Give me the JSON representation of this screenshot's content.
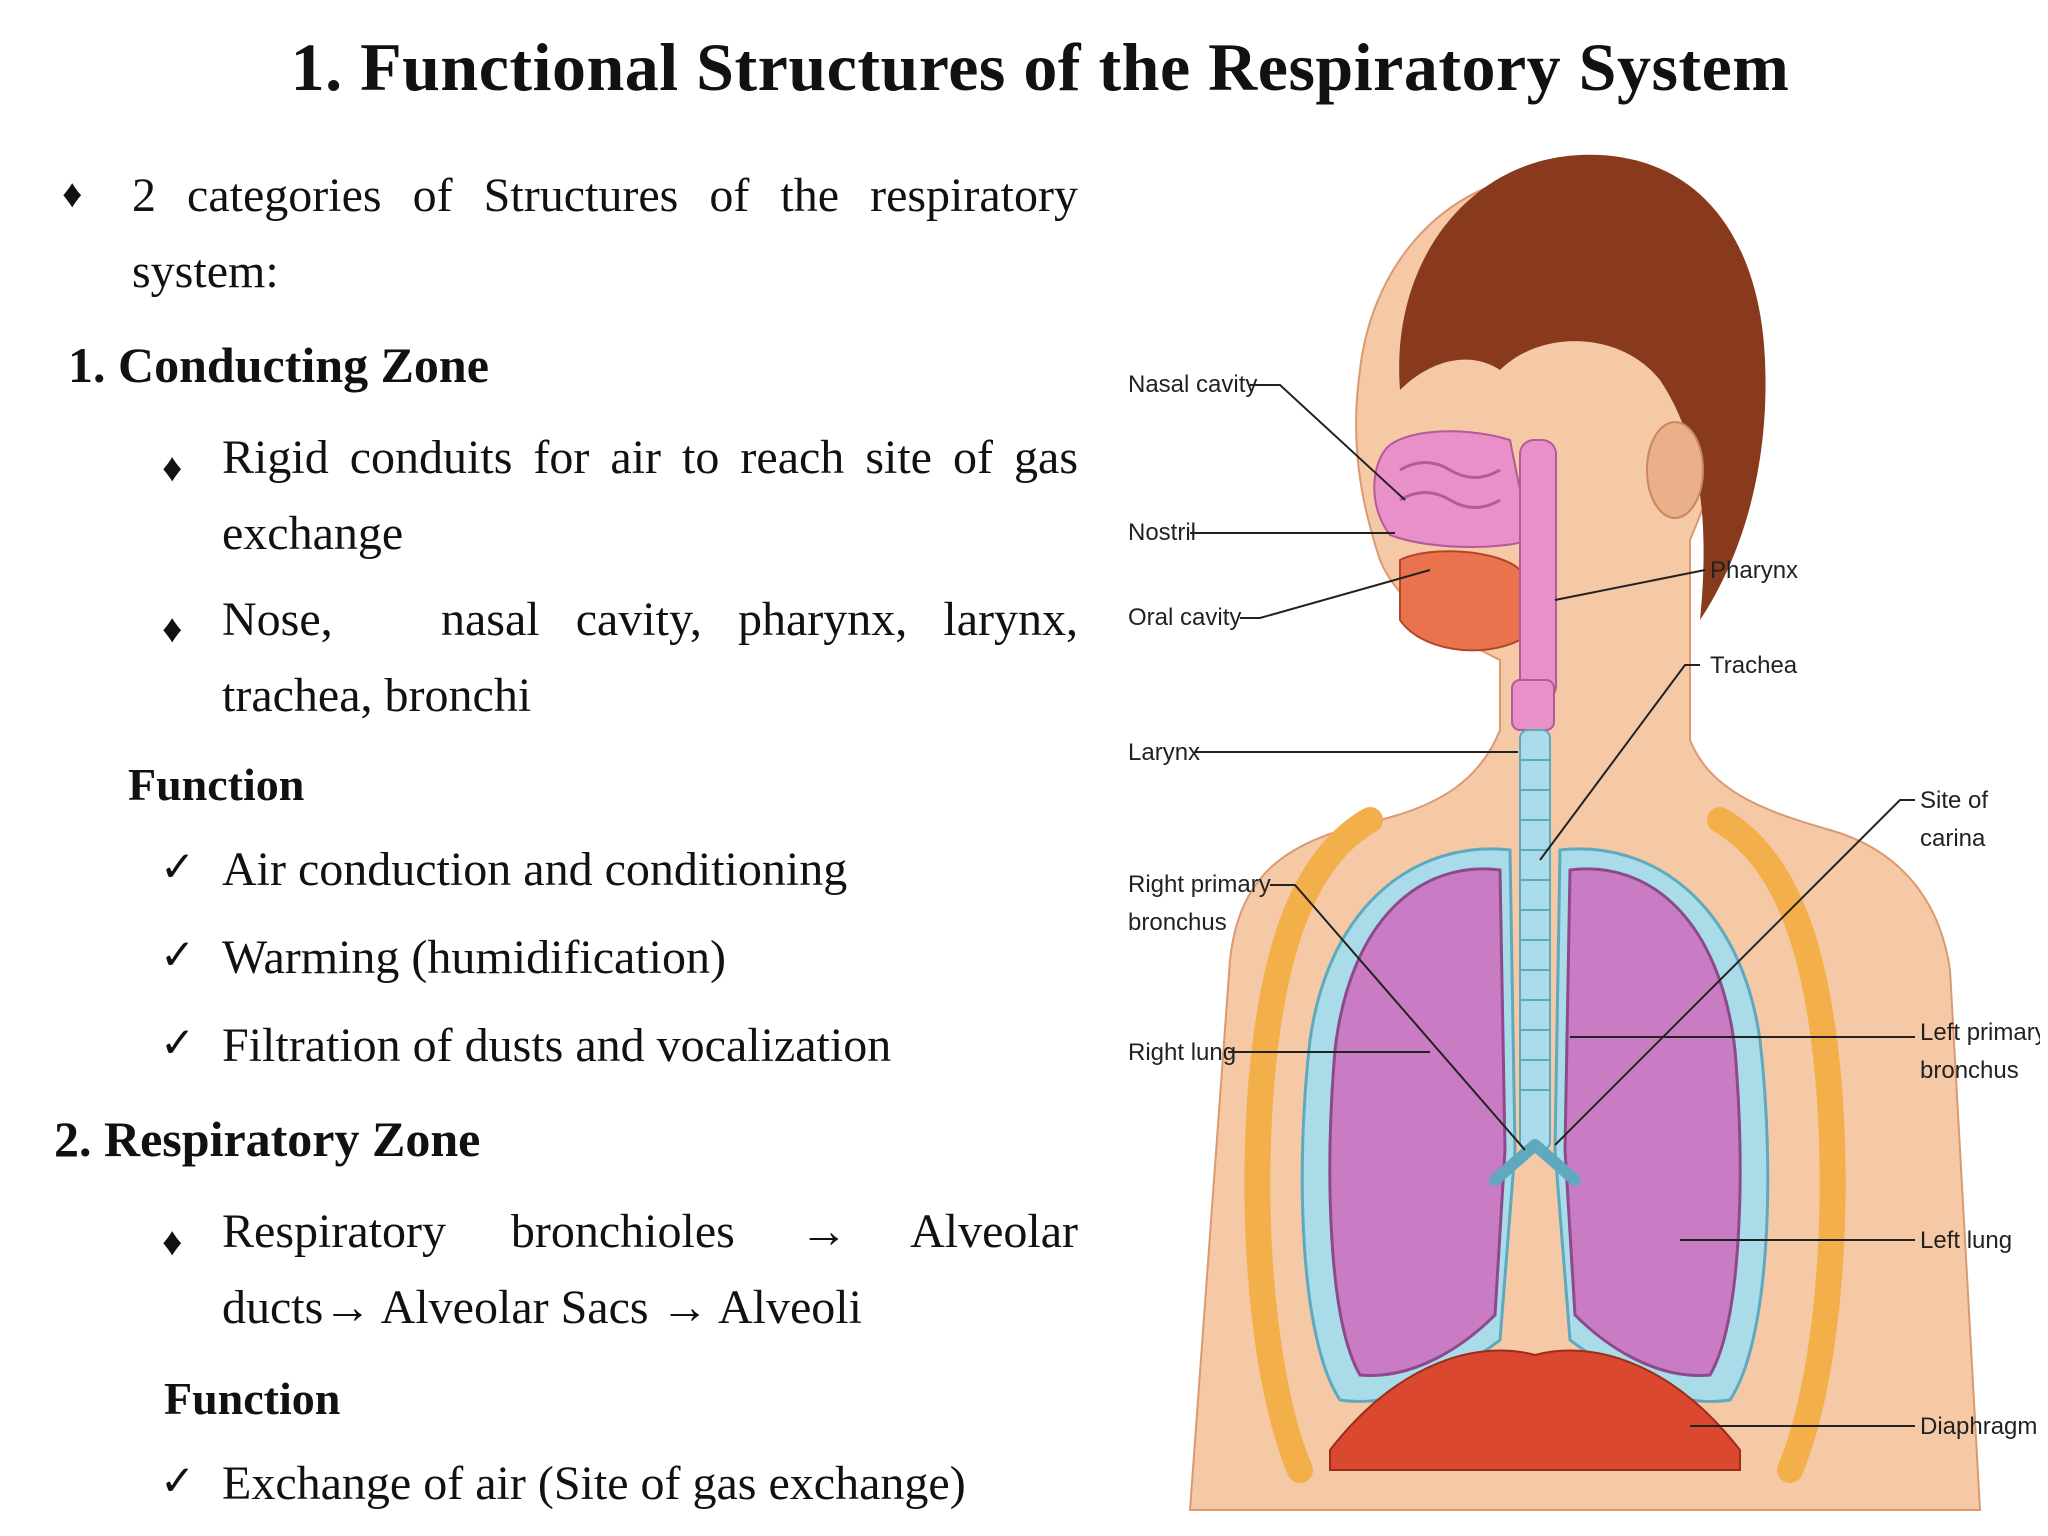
{
  "title": "1. Functional Structures of the Respiratory System",
  "intro": "2 categories of Structures of the respiratory system:",
  "conducting": {
    "heading": "1. Conducting Zone",
    "bullets": [
      "Rigid conduits for air to reach site of gas exchange",
      "Nose,   nasal cavity, pharynx, larynx, trachea, bronchi"
    ],
    "function_heading": "Function",
    "functions": [
      "Air conduction and conditioning",
      "Warming (humidification)",
      "Filtration of dusts and vocalization"
    ]
  },
  "respiratory": {
    "heading": "2. Respiratory Zone",
    "bullets": [
      "Respiratory bronchioles → Alveolar ducts→ Alveolar Sacs → Alveoli"
    ],
    "function_heading": "Function",
    "functions": [
      "Exchange of air (Site of gas exchange)"
    ]
  },
  "diagram": {
    "labels": {
      "nasal_cavity": "Nasal cavity",
      "nostril": "Nostril",
      "oral_cavity": "Oral cavity",
      "larynx": "Larynx",
      "right_primary_bronchus_1": "Right primary",
      "right_primary_bronchus_2": "bronchus",
      "right_lung": "Right lung",
      "pharynx": "Pharynx",
      "trachea": "Trachea",
      "site_of_carina_1": "Site of",
      "site_of_carina_2": "carina",
      "left_primary_bronchus_1": "Left primary",
      "left_primary_bronchus_2": "bronchus",
      "left_lung": "Left lung",
      "diaphragm": "Diaphragm"
    },
    "colors": {
      "skin": "#f6c9a6",
      "hair": "#8a3a1c",
      "lung": "#c97cc4",
      "pleura": "#a9dbe8",
      "rib": "#f3b04a",
      "diaphragm": "#d9482f",
      "airway": "#e98fc9"
    }
  }
}
